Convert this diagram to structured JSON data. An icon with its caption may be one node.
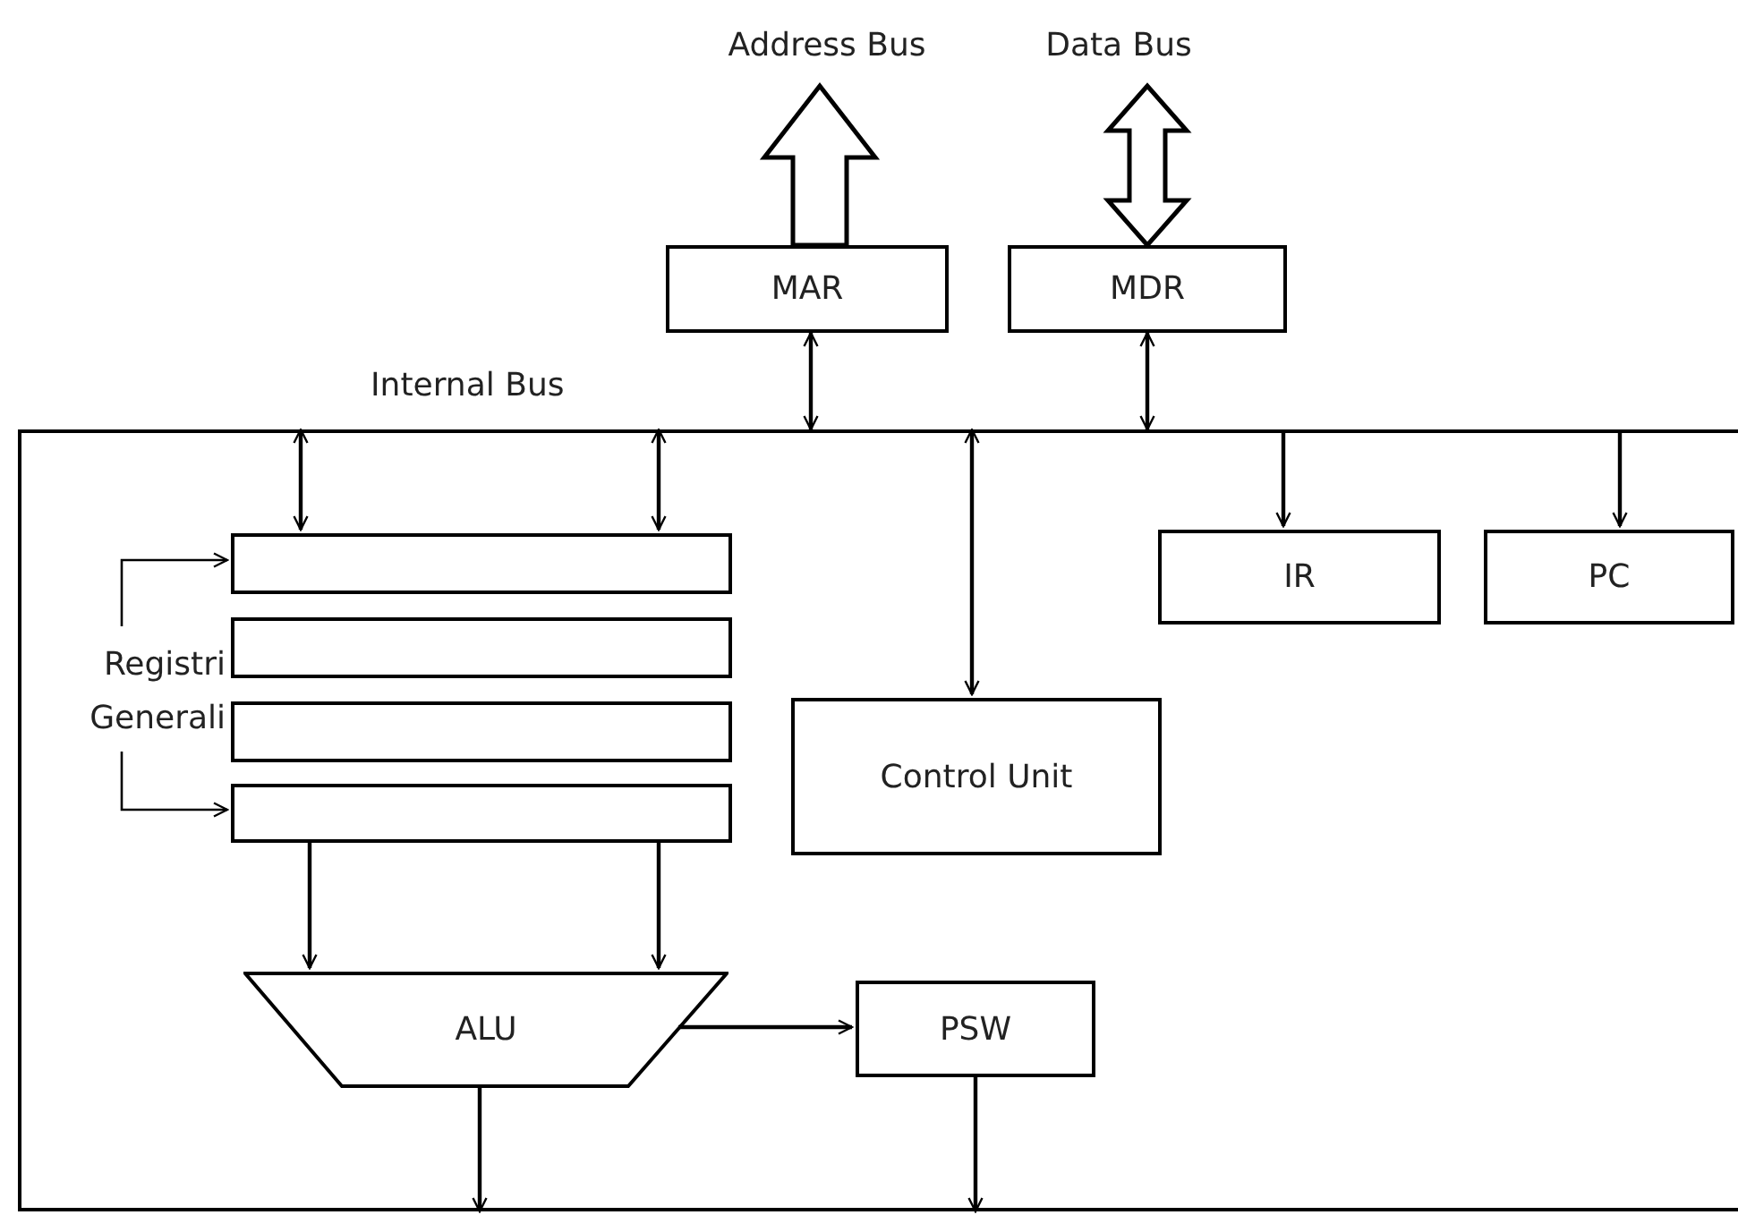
{
  "diagram": {
    "nodes": [
      {
        "text": [
          "Address Bus"
        ]
      },
      {
        "text": [
          "Data Bus"
        ]
      },
      {
        "text": [
          "MAR"
        ]
      },
      {
        "text": [
          "MDR"
        ]
      },
      {
        "text": [
          "Internal Bus"
        ]
      },
      {
        "text": [],
        "shape": "box",
        "in": 4
      },
      {
        "text": [],
        "shape": "box",
        "in": 4
      },
      {
        "text": [],
        "shape": "box",
        "in": 4
      },
      {
        "text": [],
        "shape": "box",
        "in": 4
      },
      {
        "text": [
          "IR"
        ],
        "in": 4
      },
      {
        "text": [
          "PC"
        ],
        "in": 4
      },
      {
        "text": [
          "Registri Generali"
        ],
        "in": 4
      },
      {
        "text": [
          "Control Unit"
        ],
        "in": 4
      },
      {
        "text": [
          "ALU"
        ],
        "in": 4
      },
      {
        "text": [
          "PSW"
        ],
        "in": 4
      }
    ],
    "edges": [
      {
        "from": 2,
        "to": 0,
        "arrow": "to",
        "style": "thick"
      },
      {
        "from": 3,
        "to": 1,
        "arrow": "both",
        "style": "thick"
      },
      {
        "from": 2,
        "to": 4,
        "arrow": "both"
      },
      {
        "from": 3,
        "to": 4,
        "arrow": "both"
      },
      {
        "from": 4,
        "to": 5,
        "arrow": "both"
      },
      {
        "from": 4,
        "to": 5,
        "arrow": "both"
      },
      {
        "from": 4,
        "to": 12,
        "arrow": "both"
      },
      {
        "from": 4,
        "to": 9,
        "arrow": "to"
      },
      {
        "from": 4,
        "to": 10,
        "arrow": "to"
      },
      {
        "from": 11,
        "to": 5,
        "arrow": "to"
      },
      {
        "from": 11,
        "to": 8,
        "arrow": "to"
      },
      {
        "from": 8,
        "to": 13,
        "arrow": "to"
      },
      {
        "from": 8,
        "to": 13,
        "arrow": "to"
      },
      {
        "from": 13,
        "to": 14,
        "arrow": "to"
      },
      {
        "from": 13,
        "to": null,
        "arrow": "to"
      },
      {
        "from": 14,
        "to": null,
        "arrow": "to"
      }
    ]
  }
}
